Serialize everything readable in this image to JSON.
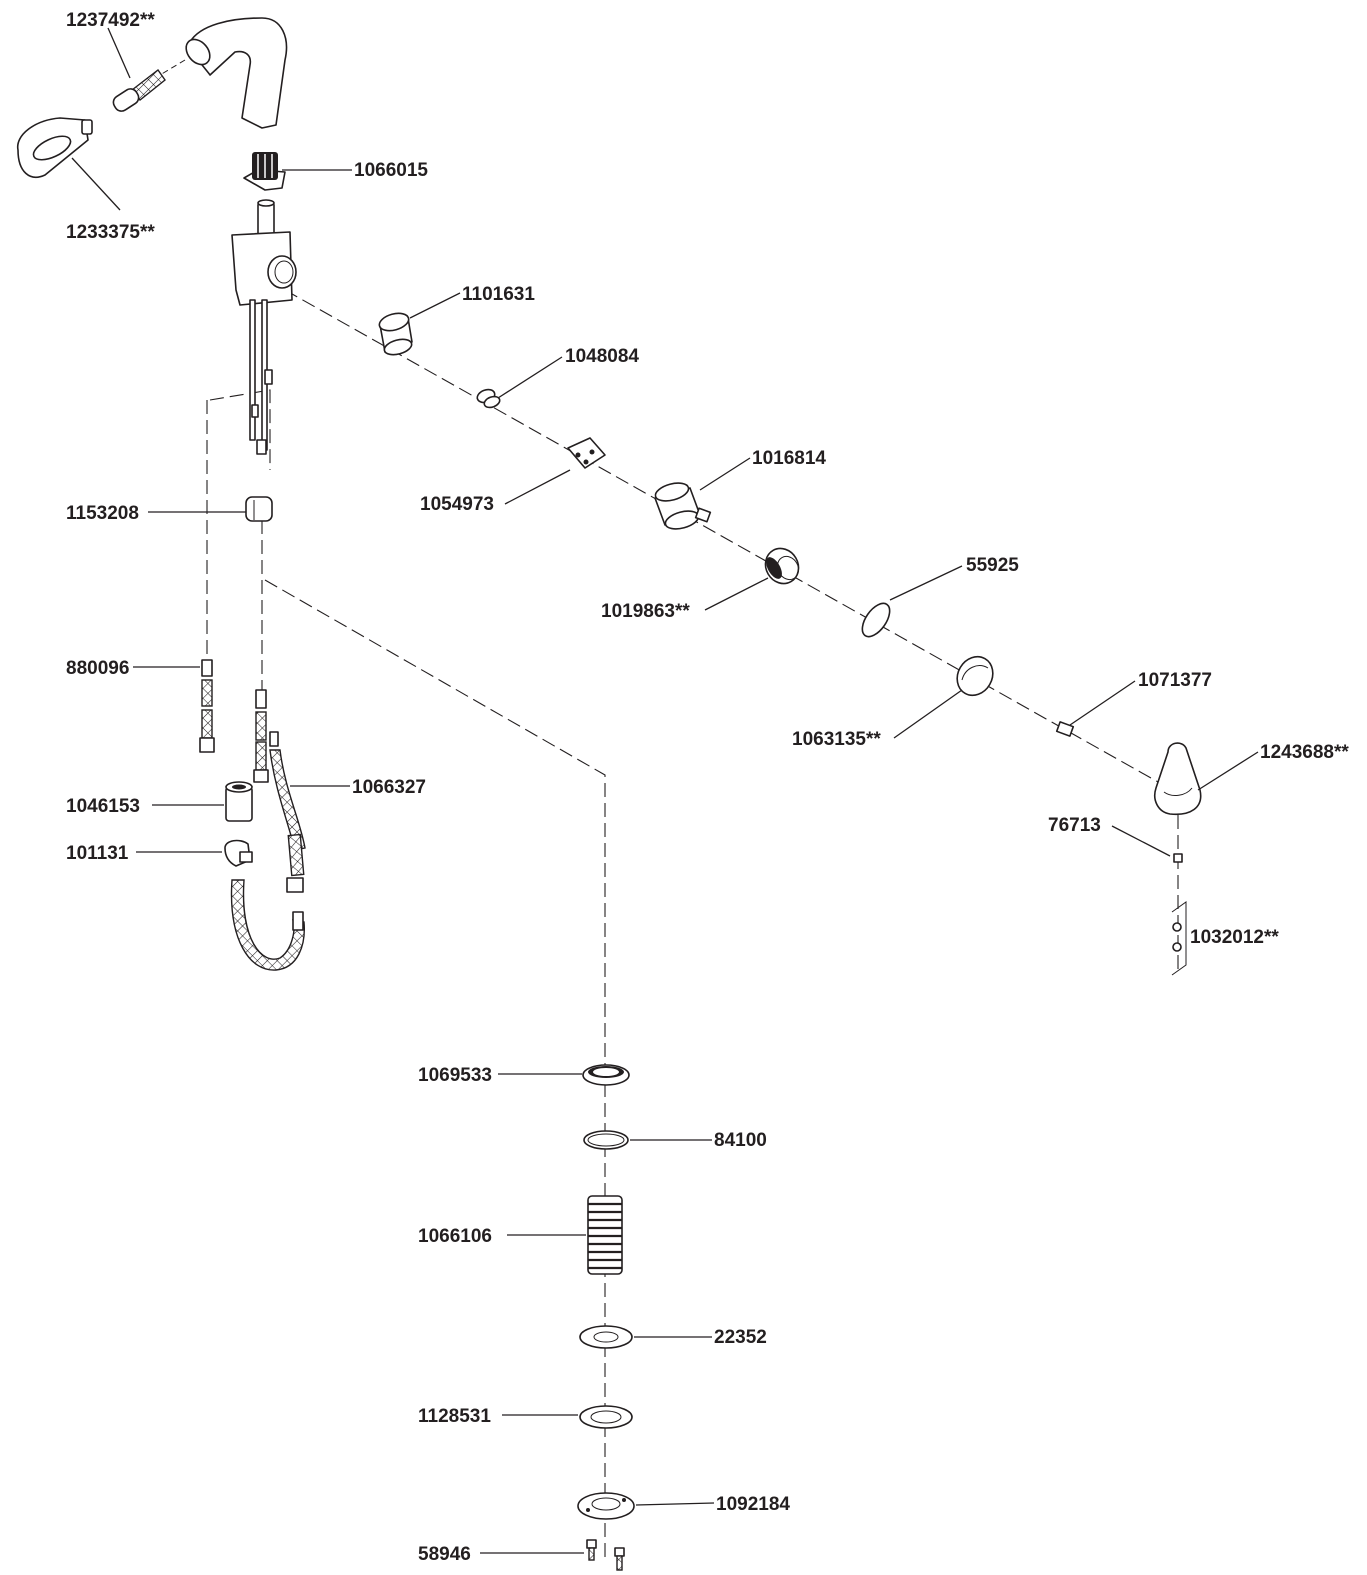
{
  "labels": {
    "p1237492": "1237492**",
    "p1233375": "1233375**",
    "p1066015": "1066015",
    "p1101631": "1101631",
    "p1048084": "1048084",
    "p1054973": "1054973",
    "p1016814": "1016814",
    "p1153208": "1153208",
    "p1019863": "1019863**",
    "p55925": "55925",
    "p880096": "880096",
    "p1071377": "1071377",
    "p1063135": "1063135**",
    "p1243688": "1243688**",
    "p1066327": "1066327",
    "p1046153": "1046153",
    "p101131": "101131",
    "p76713": "76713",
    "p1032012": "1032012**",
    "p1069533": "1069533",
    "p84100": "84100",
    "p1066106": "1066106",
    "p22352": "22352",
    "p1128531": "1128531",
    "p1092184": "1092184",
    "p58946": "58946"
  },
  "colors": {
    "line": "#231f20",
    "background": "#ffffff"
  }
}
